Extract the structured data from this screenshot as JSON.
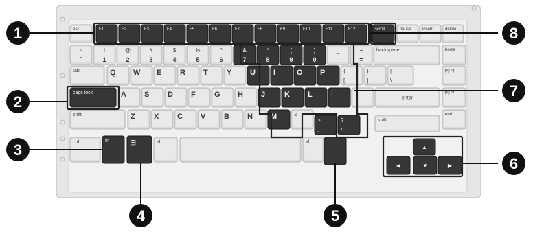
{
  "diagram": {
    "colors": {
      "background": "#ffffff",
      "frame": "#c9c9c9",
      "key_light": "#dcdcdc",
      "key_dark": "#363636",
      "key_label_light": "#3a3a3a",
      "key_label_dark": "#f2f2f2",
      "callout": "#111111"
    },
    "callouts": [
      "1",
      "2",
      "3",
      "4",
      "5",
      "6",
      "7",
      "8"
    ],
    "rows": {
      "function": {
        "left": "esc",
        "fkeys": [
          "F1",
          "F2",
          "F3",
          "F4",
          "F5",
          "F6",
          "F7",
          "F8",
          "F9",
          "F10",
          "F11",
          "F12"
        ],
        "scroll": "scroll",
        "right": [
          "pause",
          "insert",
          "delete"
        ]
      },
      "number": {
        "top": [
          "~",
          "!",
          "@",
          "#",
          "$",
          "%",
          "^",
          "&",
          "*",
          "(",
          ")",
          "_",
          "+"
        ],
        "bottom": [
          "`",
          "1",
          "2",
          "3",
          "4",
          "5",
          "6",
          "7",
          "8",
          "9",
          "0",
          "-",
          "="
        ],
        "backspace": "backspace",
        "home": "home"
      },
      "qwerty": {
        "tab": "tab",
        "letters": [
          "Q",
          "W",
          "E",
          "R",
          "T",
          "Y",
          "U",
          "I",
          "O",
          "P"
        ],
        "brackets_top": [
          "{",
          "}",
          "|"
        ],
        "brackets_bottom": [
          "[",
          "]",
          "\\"
        ],
        "pgup": "pg up"
      },
      "home_row": {
        "caps": "caps lock",
        "letters": [
          "A",
          "S",
          "D",
          "F",
          "G",
          "H",
          "J",
          "K",
          "L"
        ],
        "colon": ":",
        "semi": ";",
        "enter": "enter",
        "pgdn": "pg dn"
      },
      "shift_row": {
        "shift_left": "shift",
        "letters": [
          "Z",
          "X",
          "C",
          "V",
          "B",
          "N",
          "M"
        ],
        "comma_top": "<",
        "comma_bottom": ",",
        "period_top": ">",
        "period_bottom": ".",
        "slash_top": "?",
        "slash_bottom": "/",
        "shift_right": "shift",
        "end": "end"
      },
      "bottom_row": {
        "ctrl": "ctrl",
        "fn": "fn",
        "win": "⊞",
        "alt_left": "alt",
        "alt_right": "alt",
        "arrows": [
          "▲",
          "◀",
          "▼",
          "▶"
        ]
      }
    }
  }
}
